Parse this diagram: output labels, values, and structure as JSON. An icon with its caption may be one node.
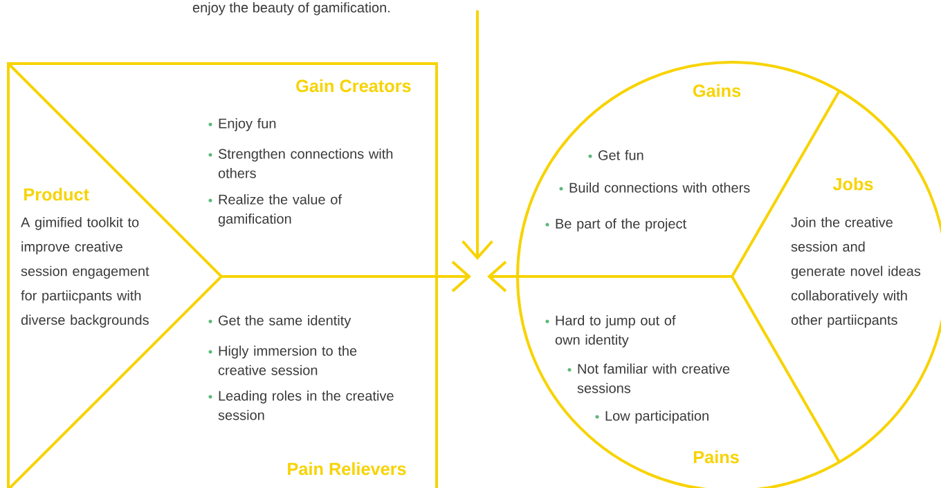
{
  "diagram": {
    "nodes": [
      {
        "text": [],
        "shape": "box"
      },
      {
        "text": [
          "Product",
          "A gimified toolkit to improve creative session engagement for partiicpants with diverse backgrounds"
        ],
        "in": 0
      },
      {
        "text": [
          "Gain Creators",
          "Enjoy fun",
          "Strengthen connections with others",
          "Realize the value of gamification"
        ],
        "in": 0
      },
      {
        "text": [
          "Get the same identity",
          "Higly immersion to the creative session",
          "Leading roles in the creative session",
          "Pain Relievers"
        ],
        "in": 0
      },
      {
        "text": [],
        "shape": "circle"
      },
      {
        "text": [
          "Gains",
          "Get fun",
          "Build connections with others",
          "Be part of the project"
        ],
        "in": 4
      },
      {
        "text": [
          "Jobs",
          "Join the creative session and generate novel ideas collaboratively with other partiicpants"
        ],
        "in": 4
      },
      {
        "text": [
          "Hard to jump out of own identity",
          "Not familiar with creative sessions",
          "Low participation",
          "Pains"
        ],
        "in": 4
      }
    ],
    "edges": [
      {
        "from": 0,
        "to": null,
        "arrow": "to"
      },
      {
        "from": 4,
        "to": null,
        "arrow": "to"
      }
    ],
    "labels": [
      "enjoy the beauty of gamification."
    ]
  }
}
